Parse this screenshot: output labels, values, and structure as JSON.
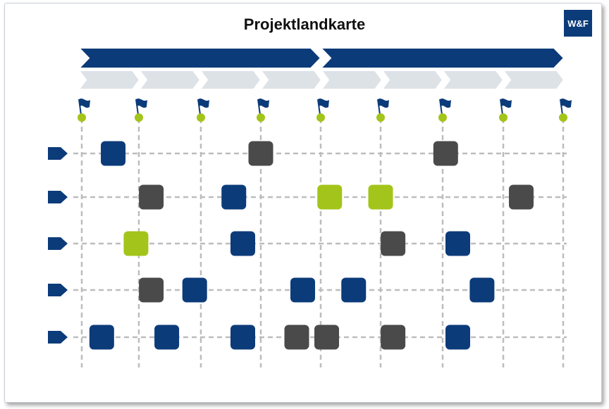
{
  "title": "Projektlandkarte",
  "logo": "W&F",
  "colors": {
    "phase_band": "#0c3b7a",
    "sub_band": "#dde2e7",
    "blue": "#0c3b7a",
    "gray": "#4a4a4a",
    "green": "#a3c41a",
    "grid": "#bdbdbd",
    "milestone_dot": "#a3c41a",
    "flag": "#0c3b7a"
  },
  "icons": {
    "milestone": "flag-icon",
    "row_marker": "pentagon-arrow-icon"
  },
  "phases": 2,
  "sub_phases": 8,
  "milestones": 9,
  "rows": 5,
  "tasks": [
    {
      "row": 0,
      "col": 0.55,
      "color": "blue"
    },
    {
      "row": 0,
      "col": 3.0,
      "color": "gray"
    },
    {
      "row": 0,
      "col": 6.05,
      "color": "gray"
    },
    {
      "row": 1,
      "col": 1.2,
      "color": "gray"
    },
    {
      "row": 1,
      "col": 2.55,
      "color": "blue"
    },
    {
      "row": 1,
      "col": 4.15,
      "color": "green"
    },
    {
      "row": 1,
      "col": 5.0,
      "color": "green"
    },
    {
      "row": 1,
      "col": 7.3,
      "color": "gray"
    },
    {
      "row": 2,
      "col": 0.95,
      "color": "green"
    },
    {
      "row": 2,
      "col": 2.7,
      "color": "blue"
    },
    {
      "row": 2,
      "col": 5.2,
      "color": "gray"
    },
    {
      "row": 2,
      "col": 6.25,
      "color": "blue"
    },
    {
      "row": 3,
      "col": 1.2,
      "color": "gray"
    },
    {
      "row": 3,
      "col": 1.9,
      "color": "blue"
    },
    {
      "row": 3,
      "col": 3.7,
      "color": "blue"
    },
    {
      "row": 3,
      "col": 4.55,
      "color": "blue"
    },
    {
      "row": 3,
      "col": 6.65,
      "color": "blue"
    },
    {
      "row": 4,
      "col": 0.35,
      "color": "blue"
    },
    {
      "row": 4,
      "col": 1.45,
      "color": "blue"
    },
    {
      "row": 4,
      "col": 2.7,
      "color": "blue"
    },
    {
      "row": 4,
      "col": 3.6,
      "color": "gray"
    },
    {
      "row": 4,
      "col": 4.1,
      "color": "gray"
    },
    {
      "row": 4,
      "col": 5.2,
      "color": "gray"
    },
    {
      "row": 4,
      "col": 6.25,
      "color": "blue"
    }
  ]
}
